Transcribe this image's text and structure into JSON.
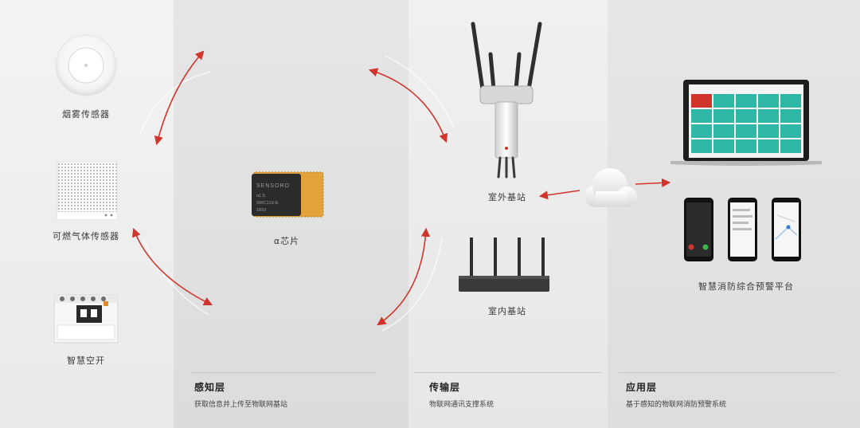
{
  "devices": {
    "smoke": "烟雾传感器",
    "gas": "可燃气体传感器",
    "breaker": "智慧空开",
    "chip": "α芯片",
    "outdoor": "室外基站",
    "indoor": "室内基站",
    "platform": "智慧消防综合预警平台"
  },
  "chip_marks": {
    "brand": "SENSORO",
    "line1": "α1.5",
    "line2": "SWC11X-E",
    "line3": "1810"
  },
  "layers": [
    {
      "title": "感知层",
      "desc": "获取信息并上传至物联网基站"
    },
    {
      "title": "传输层",
      "desc": "物联网通讯支撑系统"
    },
    {
      "title": "应用层",
      "desc": "基于感知的物联网消防预警系统"
    }
  ],
  "colors": {
    "arrow": "#d0352c",
    "teal": "#2eb8a5",
    "dark": "#333333"
  }
}
